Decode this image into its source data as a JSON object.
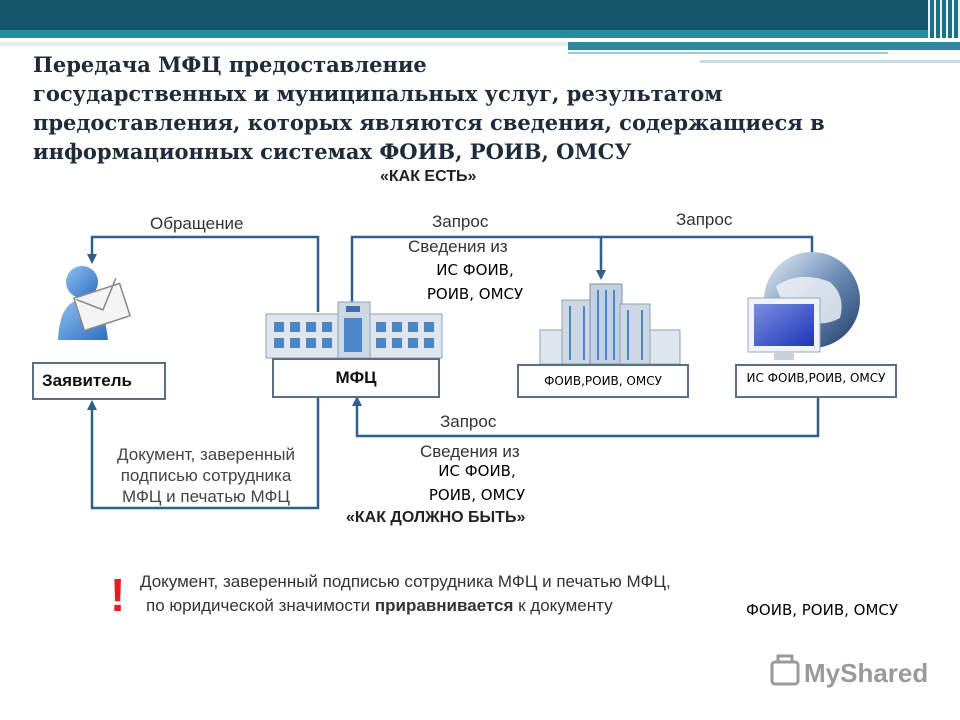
{
  "title": {
    "line1": "Передача МФЦ предоставление",
    "line2": "государственных и муниципальных услуг, результатом",
    "line3": "предоставления, которых являются сведения, содержащиеся в",
    "line4": "информационных системах ФОИВ, РОИВ, ОМСУ"
  },
  "diagram": {
    "as_is": "«КАК ЕСТЬ»",
    "to_be": "«КАК ДОЛЖНО БЫТЬ»",
    "obrashchenie": "Обращение",
    "zapros1": "Запрос",
    "zapros2": "Запрос",
    "zapros3": "Запрос",
    "svedeniya_top": "Сведения из",
    "svedeniya_top_ov1": "ИС ФОИВ,",
    "svedeniya_top_ov2": "РОИВ, ОМСУ",
    "svedeniya_bottom": "Сведения из",
    "svedeniya_bottom_ov1": "ИС ФОИВ,",
    "svedeniya_bottom_ov2": "РОИВ, ОМСУ",
    "zayavitel": "Заявитель",
    "mfc": "МФЦ",
    "foiv_box": "ФОИВ,РОИВ, ОМСУ",
    "is_box": "ИС ФОИВ,РОИВ, ОМСУ",
    "document": {
      "line1": "Документ, заверенный",
      "line2": "подписью сотрудника",
      "line3": "МФЦ и печатью МФЦ"
    }
  },
  "note": {
    "exclamation": "!",
    "line1": "Документ, заверенный подписью сотрудника МФЦ и печатью МФЦ,",
    "line2_a": "по юридической значимости ",
    "line2_bold": "приравнивается",
    "line2_c": " к документу",
    "line2_overlay": "ФОИВ, РОИВ, ОМСУ"
  },
  "watermark": "MyShared",
  "colors": {
    "header_dark": "#17556a",
    "header_teal": "#2a8aa0",
    "arrow": "#2f5f8a",
    "exclamation": "#e02020"
  }
}
